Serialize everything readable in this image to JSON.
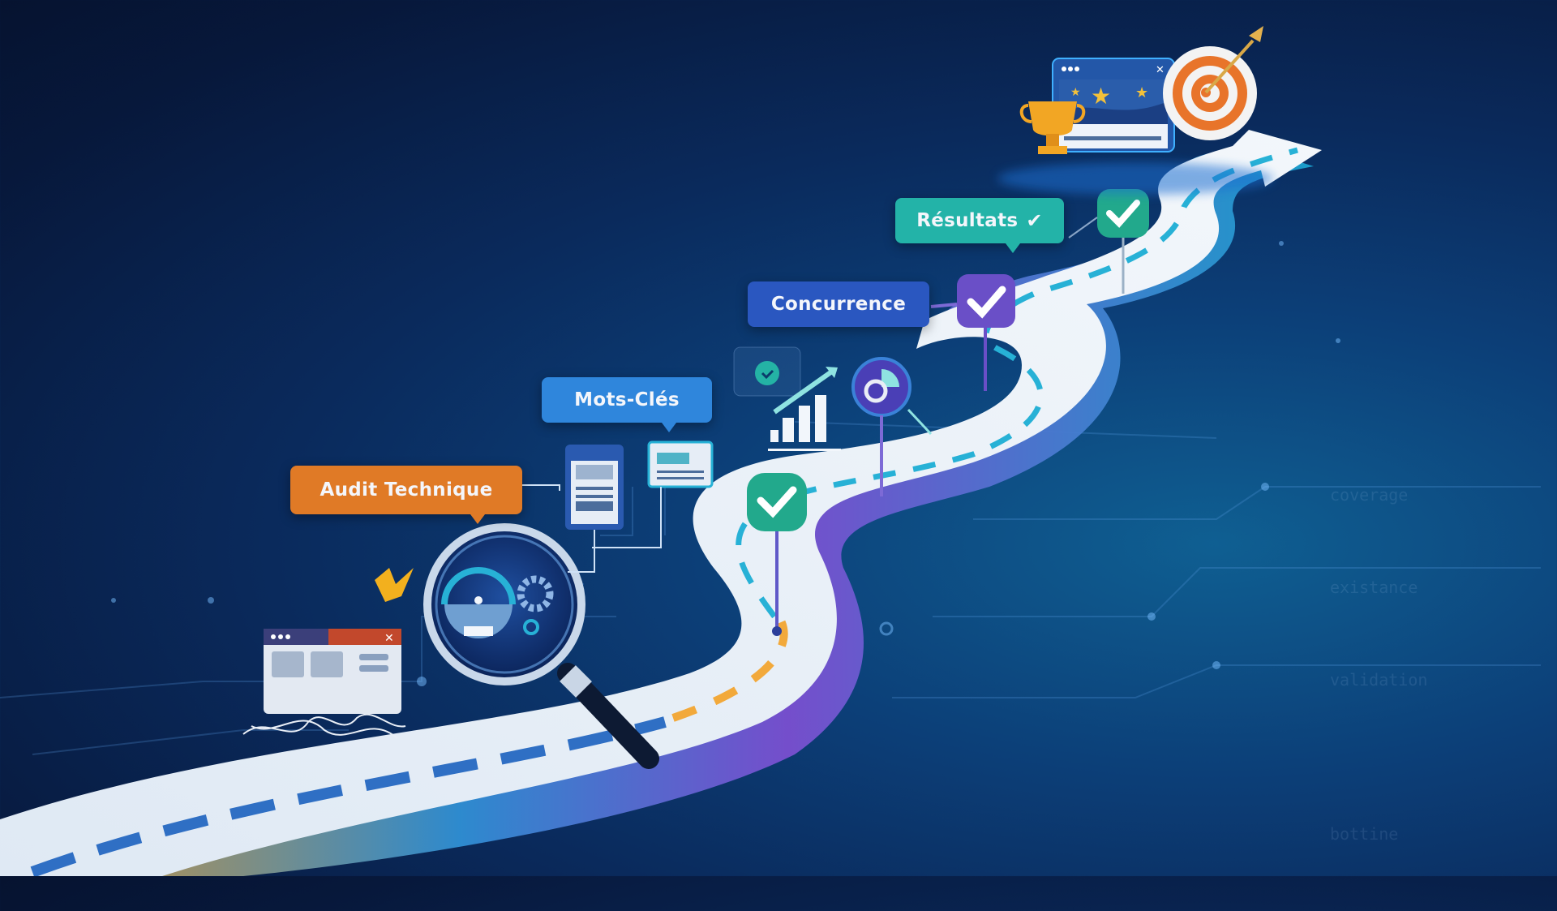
{
  "illustration": {
    "theme": "SEO roadmap",
    "colors": {
      "background_dark": "#07183b",
      "background_glow": "#0f5f92",
      "road": "#e9f0f7",
      "road_dash_blue": "#2f6fc4",
      "road_dash_cyan": "#27b1d6",
      "road_dash_orange": "#f2a93b",
      "audit_orange": "#e07a26",
      "keywords_blue": "#2f86dc",
      "competition_blue": "#2a57c0",
      "results_teal": "#23b3a8",
      "check_green": "#22a98c",
      "check_purple": "#6a4fc7"
    }
  },
  "steps": [
    {
      "label": "Audit Technique",
      "icon": "magnifier-gauge-icon"
    },
    {
      "label": "Mots-Clés",
      "icon": "document-pages-icon"
    },
    {
      "label": "Concurrence",
      "icon": "growth-chart-icon"
    },
    {
      "label": "Résultats",
      "icon": "checkmark-pen-icon",
      "suffix_glyph": "✔"
    }
  ],
  "goal": {
    "icons": [
      "trophy-icon",
      "browser-stars-icon",
      "target-arrow-icon"
    ]
  },
  "background_code_lines": [
    "coverage",
    "existance",
    "validation",
    "",
    "bottine"
  ]
}
